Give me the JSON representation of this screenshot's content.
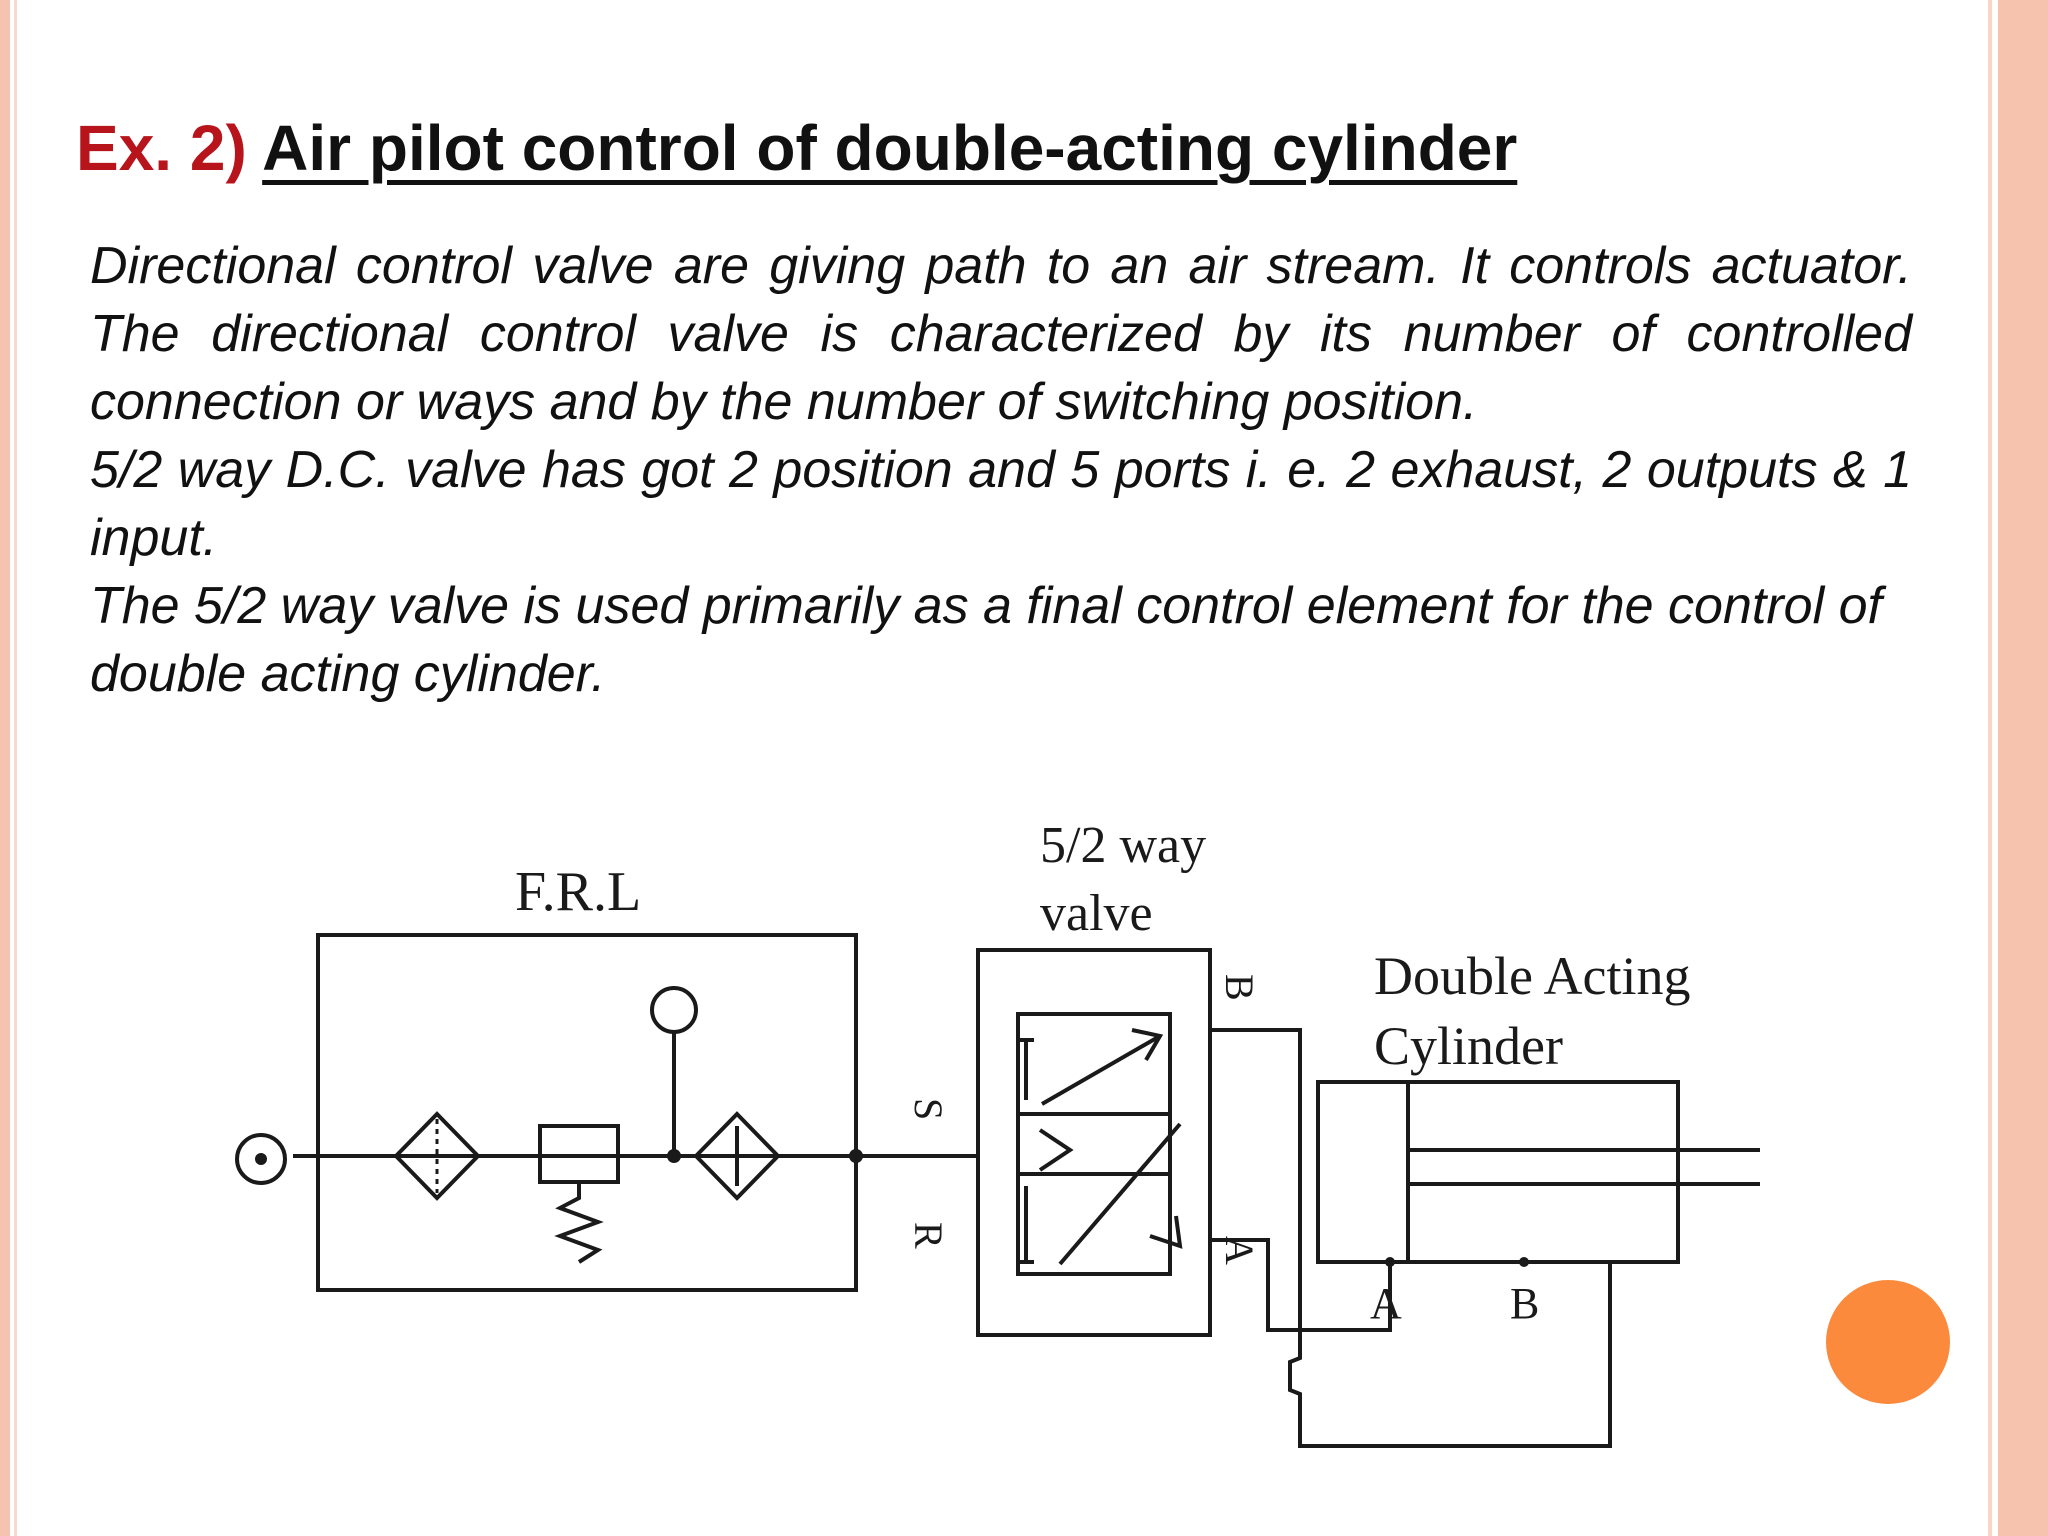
{
  "slide": {
    "title_prefix": "Ex. 2)",
    "title": "Air pilot control of double-acting cylinder",
    "paragraphs": [
      "Directional control valve are giving path to an air stream. It controls actuator. The directional control valve is characterized by its number of controlled connection or ways and by the number of switching position.",
      "5/2 way D.C. valve has got 2 position and 5 ports i. e. 2 exhaust, 2 outputs & 1 input.",
      "The 5/2 way valve is used primarily as a final control element for the control of double acting cylinder."
    ]
  },
  "diagram": {
    "frl_label": "F.R.L",
    "valve_label_line1": "5/2 way",
    "valve_label_line2": "valve",
    "cylinder_label_line1": "Double Acting",
    "cylinder_label_line2": "Cylinder",
    "port_s": "S",
    "port_r": "R",
    "port_b_valve": "B",
    "port_a_valve": "A",
    "port_a_cylinder": "A",
    "port_b_cylinder": "B"
  },
  "colors": {
    "title_prefix": "#b8141b",
    "border": "#f4c4b0",
    "accent_dot": "#fb8a3c"
  }
}
